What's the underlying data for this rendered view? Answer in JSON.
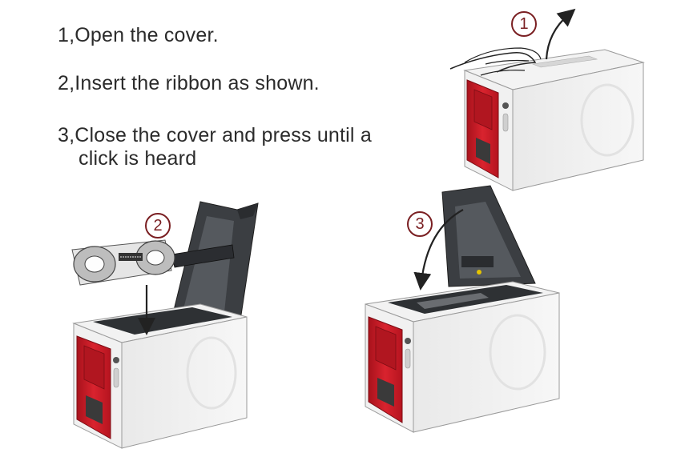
{
  "instructions": {
    "step1": "1,Open the cover.",
    "step2": "2,Insert the ribbon as shown.",
    "step3_line1": "3,Close the cover and press until a",
    "step3_line2": "click is heard"
  },
  "markers": {
    "m1": "1",
    "m2": "2",
    "m3": "3"
  },
  "colors": {
    "accent_red": "#c81e29",
    "marker": "#7a1f22",
    "body_grey": "#eeeeee",
    "interior": "#2e3134"
  }
}
